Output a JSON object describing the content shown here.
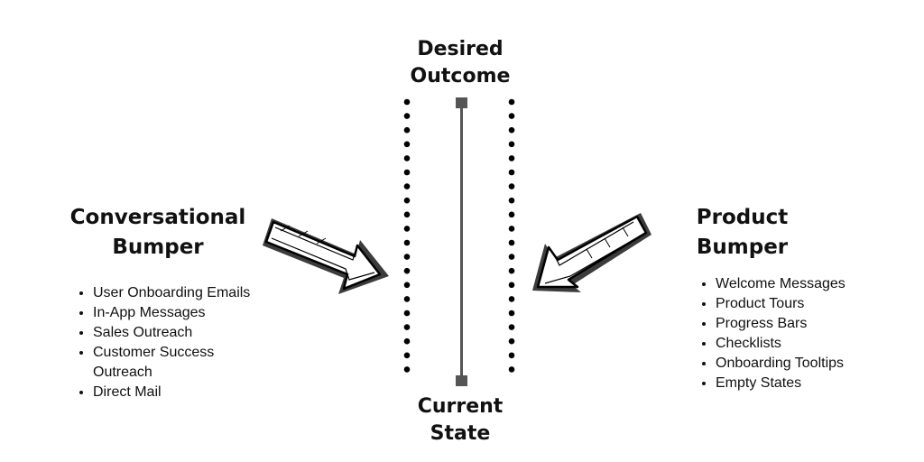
{
  "top_label": {
    "line1": "Desired",
    "line2": "Outcome"
  },
  "bottom_label": {
    "line1": "Current",
    "line2": "State"
  },
  "conversational": {
    "title_line1": "Conversational",
    "title_line2": "Bumper",
    "items": [
      "User Onboarding Emails",
      "In-App Messages",
      "Sales Outreach",
      "Customer Success Outreach",
      "Direct Mail"
    ]
  },
  "product": {
    "title_line1": "Product",
    "title_line2": "Bumper",
    "items": [
      "Welcome Messages",
      "Product Tours",
      "Progress Bars",
      "Checklists",
      "Onboarding Tooltips",
      "Empty States"
    ]
  },
  "colors": {
    "text": "#111111",
    "line": "#555555",
    "dots": "#000000",
    "background": "#ffffff"
  },
  "icons": {
    "left_arrow": "sketch-arrow-right-icon",
    "right_arrow": "sketch-arrow-left-icon"
  }
}
